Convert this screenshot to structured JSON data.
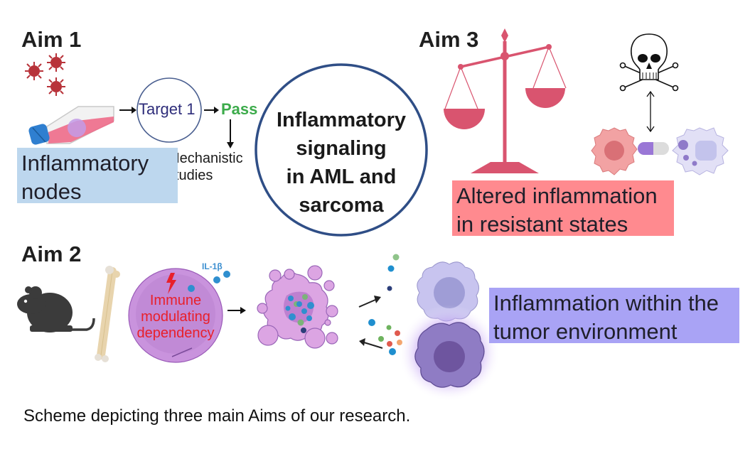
{
  "figure": {
    "center": {
      "title": "Inflammatory signaling in AML and sarcoma",
      "lines": [
        "Inflammatory",
        "signaling",
        "in AML and",
        "sarcoma"
      ]
    },
    "aim1": {
      "title": "Aim 1",
      "target_label": "Target 1",
      "pass_label": "Pass",
      "mechanistic_lines": [
        "Mechanistic",
        "studies"
      ],
      "box_lines": [
        "Inflammatory",
        "nodes"
      ]
    },
    "aim2": {
      "title": "Aim 2",
      "cytokine_label": "IL-1β",
      "cell_text_lines": [
        "Immune",
        "modulating",
        "dependency"
      ],
      "box_lines": [
        "Inflammation within the",
        "tumor environment"
      ]
    },
    "aim3": {
      "title": "Aim 3",
      "box_lines": [
        "Altered inflammation",
        "in resistant states"
      ]
    },
    "caption": "Scheme depicting three main Aims of our research.",
    "colors": {
      "aim1_box": "#bdd7ee",
      "aim3_box": "#ff8a8f",
      "aim2_box": "#a9a3f5",
      "pass_green": "#3cab4b",
      "target_text": "#2e2d7a",
      "circle_outline": "#2f4e86",
      "scale_pink": "#d9546f",
      "immune_red": "#e8202a",
      "il1b_blue": "#3d8fd0"
    },
    "icons": [
      "virus-icon",
      "culture-flask-icon",
      "mouse-icon",
      "femur-bone-icon",
      "scale-balance-icon",
      "skull-crossbones-icon",
      "pill-icon",
      "cell-icon",
      "lightning-icon"
    ]
  }
}
